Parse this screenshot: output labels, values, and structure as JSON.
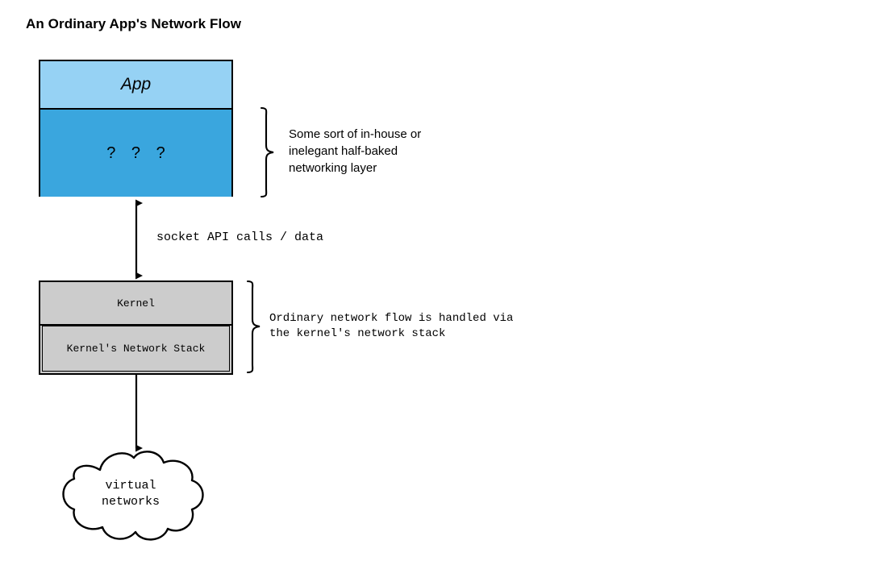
{
  "page": {
    "title": "An Ordinary App's Network Flow",
    "background_color": "#ffffff"
  },
  "colors": {
    "app_band": "#96d2f4",
    "mystery_band": "#3aa6de",
    "kernel_band": "#cccccc",
    "stroke": "#000000",
    "cloud_fill": "#ffffff"
  },
  "diagram": {
    "type": "flow",
    "app_stack": {
      "name": "application-stack",
      "bands": [
        {
          "label": "App",
          "style": "italic",
          "fill": "#96d2f4"
        },
        {
          "label": "? ? ?",
          "style": "normal",
          "fill": "#3aa6de"
        }
      ]
    },
    "kernel_stack": {
      "name": "kernel-stack",
      "bands": [
        {
          "label": "Kernel",
          "fill": "#cccccc"
        },
        {
          "label": "Kernel's Network Stack",
          "fill": "#cccccc"
        }
      ]
    },
    "cloud": {
      "label_line1": "virtual",
      "label_line2": "networks"
    },
    "connectors": [
      {
        "name": "app-to-kernel",
        "label": "socket API calls / data",
        "arrowheads": "both"
      },
      {
        "name": "kernel-to-cloud",
        "label": "",
        "arrowheads": "down"
      }
    ],
    "annotations": [
      {
        "name": "app-networking-layer-note",
        "text": "Some sort of in-house or\ninelegant half-baked\nnetworking layer",
        "font": "sans"
      },
      {
        "name": "kernel-network-stack-note",
        "text": "Ordinary network flow is handled via\nthe kernel's network stack",
        "font": "mono"
      }
    ]
  }
}
